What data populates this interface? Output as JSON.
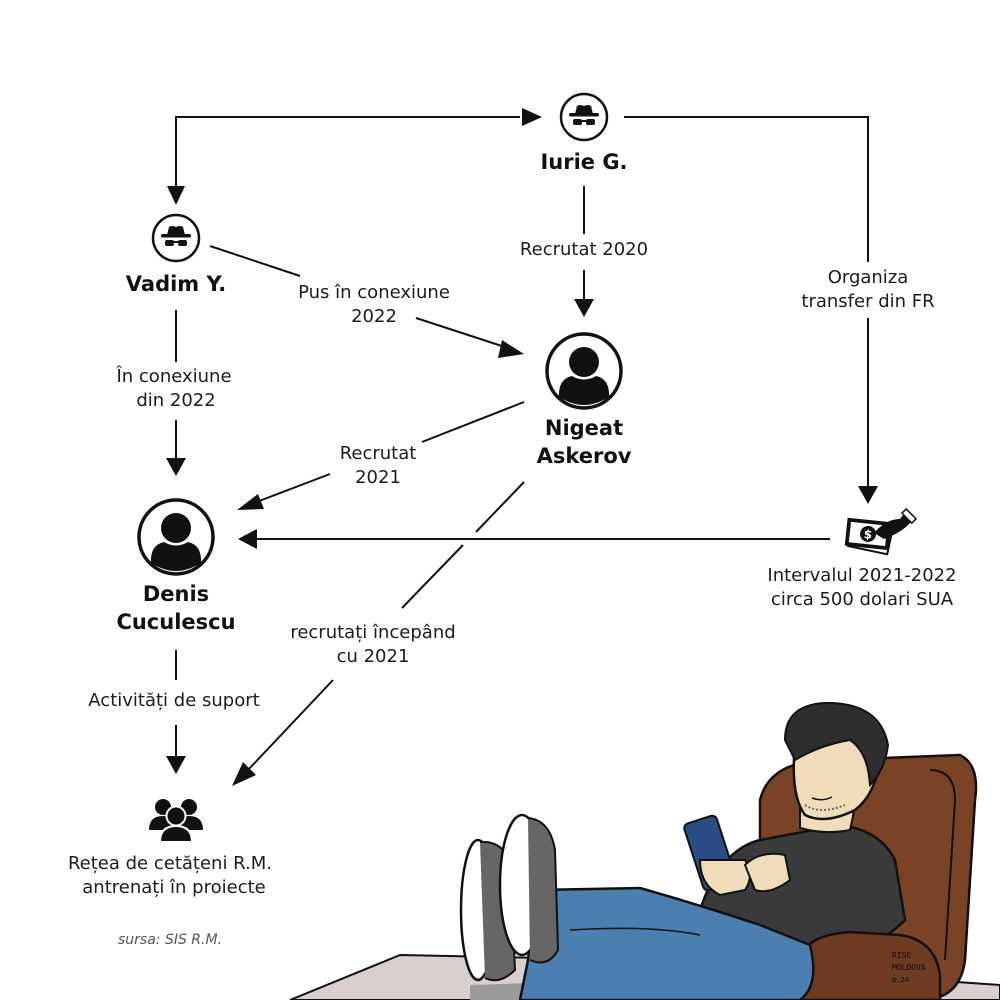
{
  "diagram": {
    "nodes": {
      "iurie": {
        "name": "Iurie G.",
        "icon": "spy-icon"
      },
      "vadim": {
        "name": "Vadim Y.",
        "icon": "spy-icon"
      },
      "nigeat": {
        "name_line1": "Nigeat",
        "name_line2": "Askerov",
        "icon": "user-icon"
      },
      "denis": {
        "name_line1": "Denis",
        "name_line2": "Cuculescu",
        "icon": "user-icon"
      },
      "money": {
        "line1": "Intervalul 2021-2022",
        "line2": "circa 500 dolari SUA",
        "icon": "money-hand-icon"
      },
      "network": {
        "line1": "Rețea de cetățeni R.M.",
        "line2": "antrenați în proiecte",
        "icon": "group-icon"
      }
    },
    "edges": {
      "iurie_to_nigeat": {
        "line1": "Recrutat 2020"
      },
      "vadim_to_nigeat": {
        "line1": "Pus în conexiune",
        "line2": "2022"
      },
      "vadim_to_denis": {
        "line1": "În conexiune",
        "line2": "din 2022"
      },
      "nigeat_to_denis": {
        "line1": "Recrutat",
        "line2": "2021"
      },
      "iurie_to_money": {
        "line1": "Organiza",
        "line2": "transfer din FR"
      },
      "nigeat_to_network": {
        "line1": "recrutați începând",
        "line2": "cu 2021"
      },
      "denis_to_network": {
        "line1": "Activități de suport"
      }
    },
    "source": "sursa: SIS R.M.",
    "signature": {
      "line1": "RISE",
      "line2": "MOLDOVA",
      "line3": "B.24"
    }
  },
  "colors": {
    "ink": "#111111",
    "jeans": "#4a7fb0",
    "shirt": "#3a3a3a",
    "chair": "#7a4326",
    "skin": "#f0dcb8",
    "hair": "#2e2e2e",
    "floor": "#d9cfcf",
    "phone": "#2b4d86"
  }
}
